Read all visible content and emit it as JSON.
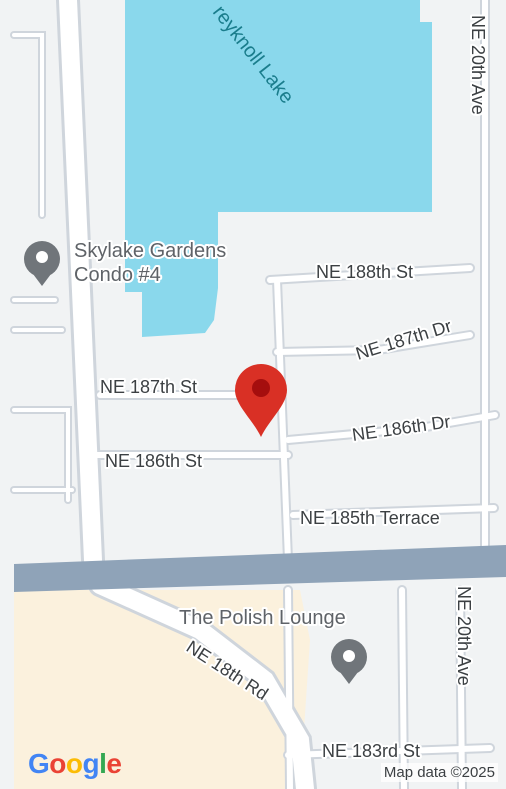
{
  "map": {
    "water": {
      "name": "Greyknoll Lake",
      "visible_text": "reyknoll Lake",
      "color": "#8ad8ec"
    },
    "colors": {
      "land": "#f1f3f4",
      "road": "#ffffff",
      "road_edge": "#cfd5dc",
      "highway": "#8fa3b8",
      "commercial": "#fbf1dd",
      "pin": "#d93025",
      "poi": "#70757a"
    },
    "streets": {
      "ne_20th_ave_top": "NE 20th Ave",
      "ne_188th_st": "NE 188th St",
      "ne_187th_dr": "NE 187th Dr",
      "ne_187th_st": "NE 187th St",
      "ne_186th_dr": "NE 186th Dr",
      "ne_186th_st": "NE 186th St",
      "ne_185th_terrace": "NE 185th Terrace",
      "ne_18th_rd": "NE 18th Rd",
      "ne_20th_ave_bottom": "NE 20th Ave",
      "ne_183rd_st": "NE 183rd St"
    },
    "pois": {
      "skylake": {
        "line1": "Skylake Gardens",
        "line2": "Condo #4",
        "icon": "poi-pin-icon"
      },
      "polish": {
        "name": "The Polish Lounge",
        "icon": "poi-pin-icon"
      }
    },
    "marker": {
      "icon": "location-pin-icon"
    },
    "logo": {
      "letters": [
        "G",
        "o",
        "o",
        "g",
        "l",
        "e"
      ],
      "colors": [
        "#4285f4",
        "#ea4335",
        "#fbbc05",
        "#4285f4",
        "#34a853",
        "#ea4335"
      ]
    },
    "attribution": "Map data ©2025"
  }
}
